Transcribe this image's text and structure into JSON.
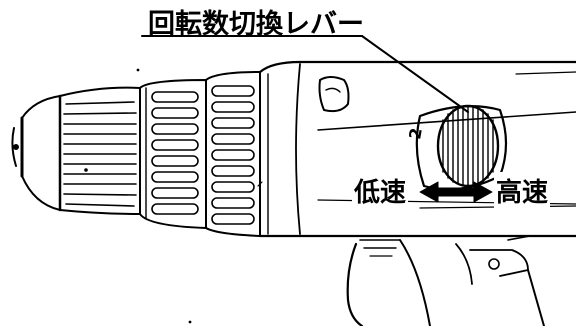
{
  "callout": {
    "label": "回転数切換レバー"
  },
  "speed_labels": {
    "low": "低速",
    "high": "高速"
  },
  "lever": {
    "position_number": "2"
  },
  "icons": {
    "speed_arrow": "double-headed-arrow-icon"
  },
  "colors": {
    "line": "#000000",
    "background": "#ffffff"
  }
}
